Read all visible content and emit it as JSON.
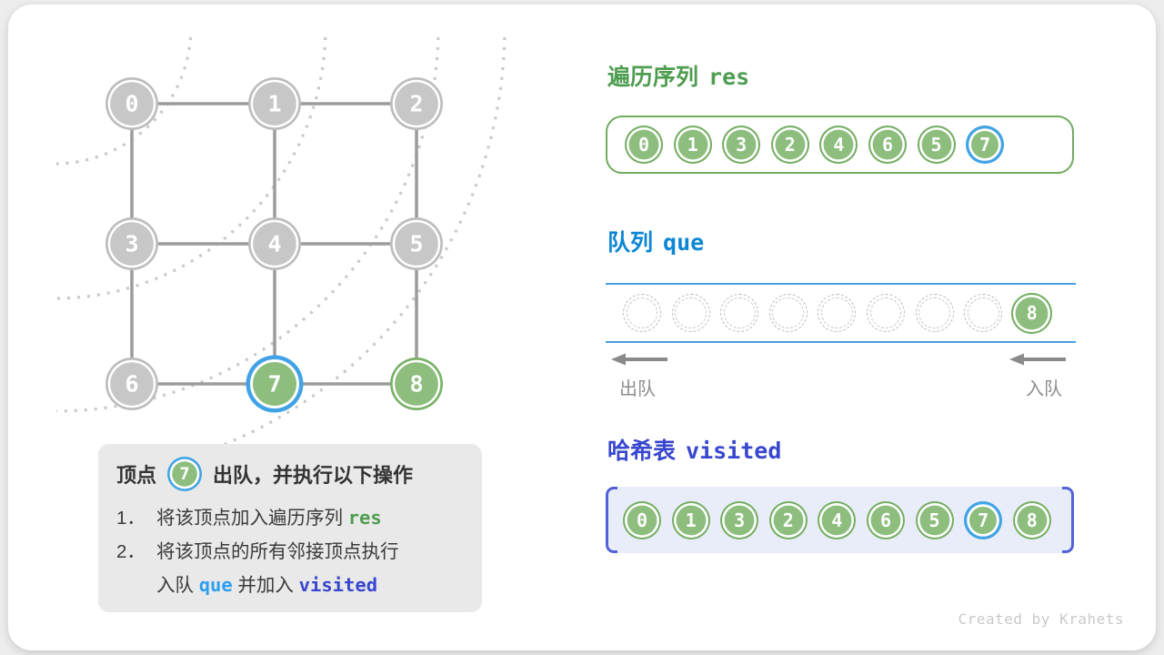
{
  "graph": {
    "nodes": [
      {
        "label": "0",
        "state": "gray"
      },
      {
        "label": "1",
        "state": "gray"
      },
      {
        "label": "2",
        "state": "gray"
      },
      {
        "label": "3",
        "state": "gray"
      },
      {
        "label": "4",
        "state": "gray"
      },
      {
        "label": "5",
        "state": "gray"
      },
      {
        "label": "6",
        "state": "gray"
      },
      {
        "label": "7",
        "state": "current"
      },
      {
        "label": "8",
        "state": "visited"
      }
    ]
  },
  "info_box": {
    "title_pre": "顶点",
    "badge": "7",
    "title_post": "出队，并执行以下操作",
    "item1_num": "1．",
    "item1_text": "将该顶点加入遍历序列 ",
    "item1_code": "res",
    "item2_num": "2．",
    "item2_text": "将该顶点的所有邻接顶点执行",
    "item3_t1": "入队 ",
    "item3_code1": "que",
    "item3_t2": " 并加入 ",
    "item3_code2": "visited"
  },
  "res_panel": {
    "title_cjk": "遍历序列",
    "title_code": "res",
    "items": [
      {
        "label": "0"
      },
      {
        "label": "1"
      },
      {
        "label": "3"
      },
      {
        "label": "2"
      },
      {
        "label": "4"
      },
      {
        "label": "6"
      },
      {
        "label": "5"
      },
      {
        "label": "7",
        "variant": "current"
      }
    ]
  },
  "queue_panel": {
    "title_cjk": "队列",
    "title_code": "que",
    "dequeue_label": "出队",
    "enqueue_label": "入队",
    "items": [
      {
        "variant": "empty"
      },
      {
        "variant": "empty"
      },
      {
        "variant": "empty"
      },
      {
        "variant": "empty"
      },
      {
        "variant": "empty"
      },
      {
        "variant": "empty"
      },
      {
        "variant": "empty"
      },
      {
        "variant": "empty"
      },
      {
        "label": "8",
        "variant": "tail"
      }
    ]
  },
  "visited_panel": {
    "title_cjk": "哈希表",
    "title_code": "visited",
    "items": [
      {
        "label": "0"
      },
      {
        "label": "1"
      },
      {
        "label": "3"
      },
      {
        "label": "2"
      },
      {
        "label": "4"
      },
      {
        "label": "6"
      },
      {
        "label": "5"
      },
      {
        "label": "7",
        "variant": "current"
      },
      {
        "label": "8"
      }
    ]
  },
  "watermark": "Created by Krahets",
  "colors": {
    "node_green": "#8dbe7e",
    "node_gray": "#c7c7c7",
    "current_ring_blue": "#41a3e6",
    "res_green": "#4f9d51",
    "queue_blue": "#0d86d4",
    "visited_indigo": "#3847cf",
    "code_blue": "#2e9ef2",
    "queue_line_blue": "#4a9edd",
    "info_box_bg": "#e9e9e9",
    "visited_box_bg": "#e9edfa"
  }
}
